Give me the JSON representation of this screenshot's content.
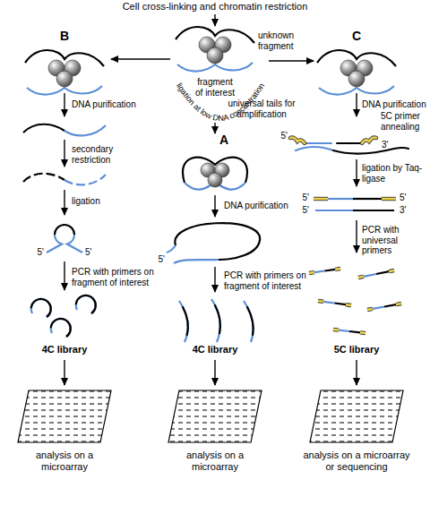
{
  "diagram": {
    "title": "Cell cross-linking and chromatin restriction",
    "labels": [
      "unknown fragment",
      "fragment of interest",
      "ligation at low DNA concentration",
      "B",
      "C",
      "A",
      "DNA purification",
      "secondary restriction",
      "ligation",
      "5'",
      "5'",
      "PCR with primers on fragment of interest",
      "4C library",
      "analysis on a microarray",
      "DNA purification",
      "5'",
      "PCR with primers on fragment of interest",
      "4C library",
      "analysis on a microarray",
      "DNA purification",
      "universal tails for amplification",
      "5C primer annealing",
      "5'",
      "3'",
      "ligation by Taq-ligase",
      "5'",
      "5'",
      "5'",
      "3'",
      "PCR with universal primers",
      "5C library",
      "analysis on a microarray or sequencing"
    ]
  }
}
